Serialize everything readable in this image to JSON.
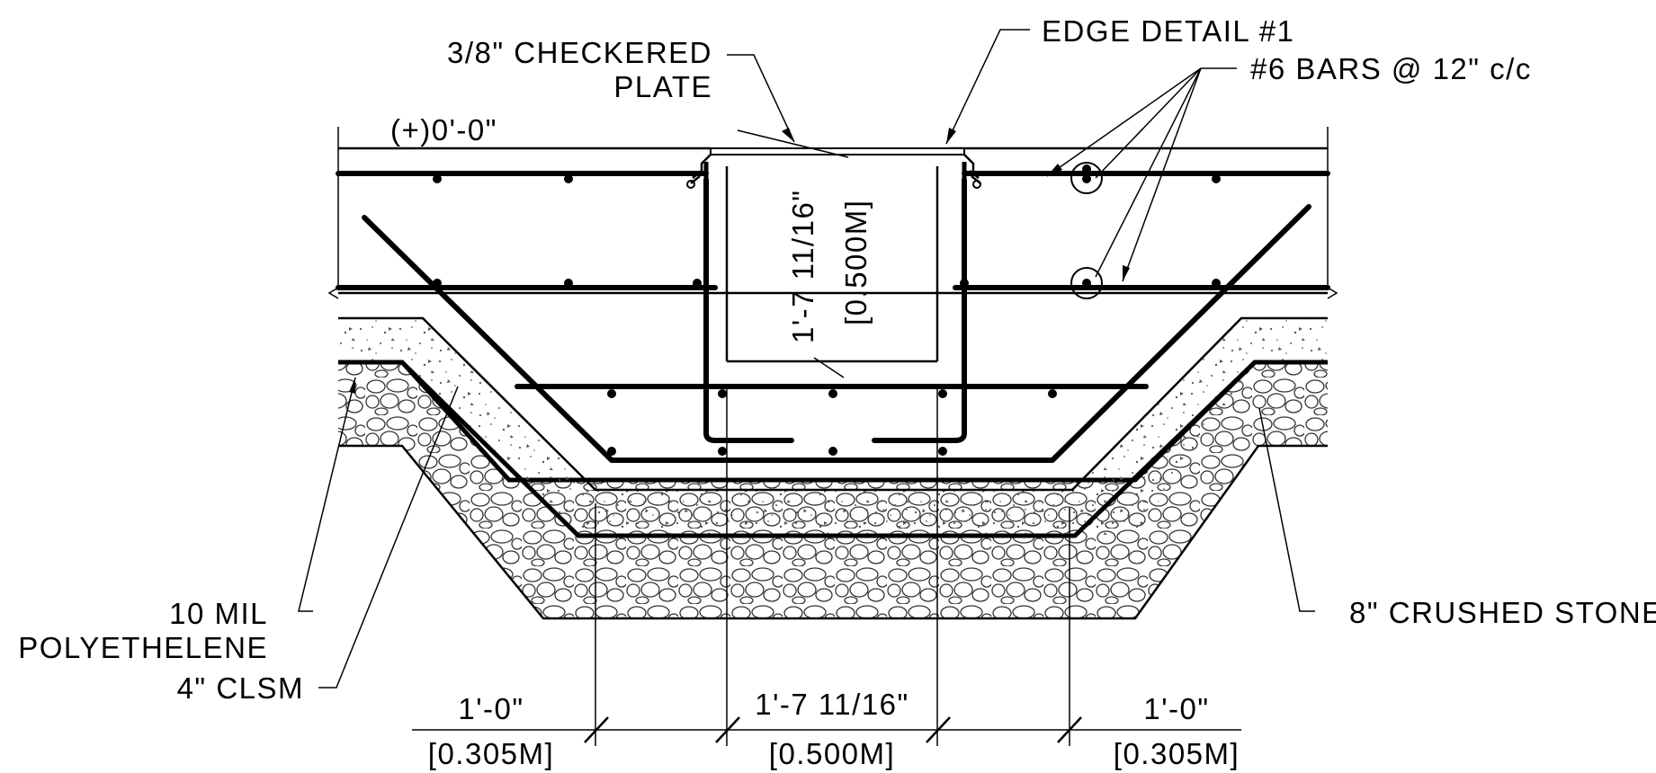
{
  "labels": {
    "elevation": "(+)0'-0\"",
    "plate_line1": "3/8\" CHECKERED",
    "plate_line2": "PLATE",
    "edge_detail": "EDGE DETAIL #1",
    "bars": "#6 BARS @ 12\" c/c",
    "depth_imperial": "1'-7 11/16\"",
    "depth_metric": "[0.500M]",
    "poly_line1": "10 MIL",
    "poly_line2": "POLYETHELENE",
    "clsm": "4\" CLSM",
    "stone": "8\" CRUSHED STONE"
  },
  "dimensions": [
    {
      "imperial": "1'-0\"",
      "metric": "[0.305M]"
    },
    {
      "imperial": "1'-7 11/16\"",
      "metric": "[0.500M]"
    },
    {
      "imperial": "1'-0\"",
      "metric": "[0.305M]"
    }
  ],
  "colors": {
    "line": "#000000",
    "hatch": "#555555",
    "background": "#ffffff"
  }
}
